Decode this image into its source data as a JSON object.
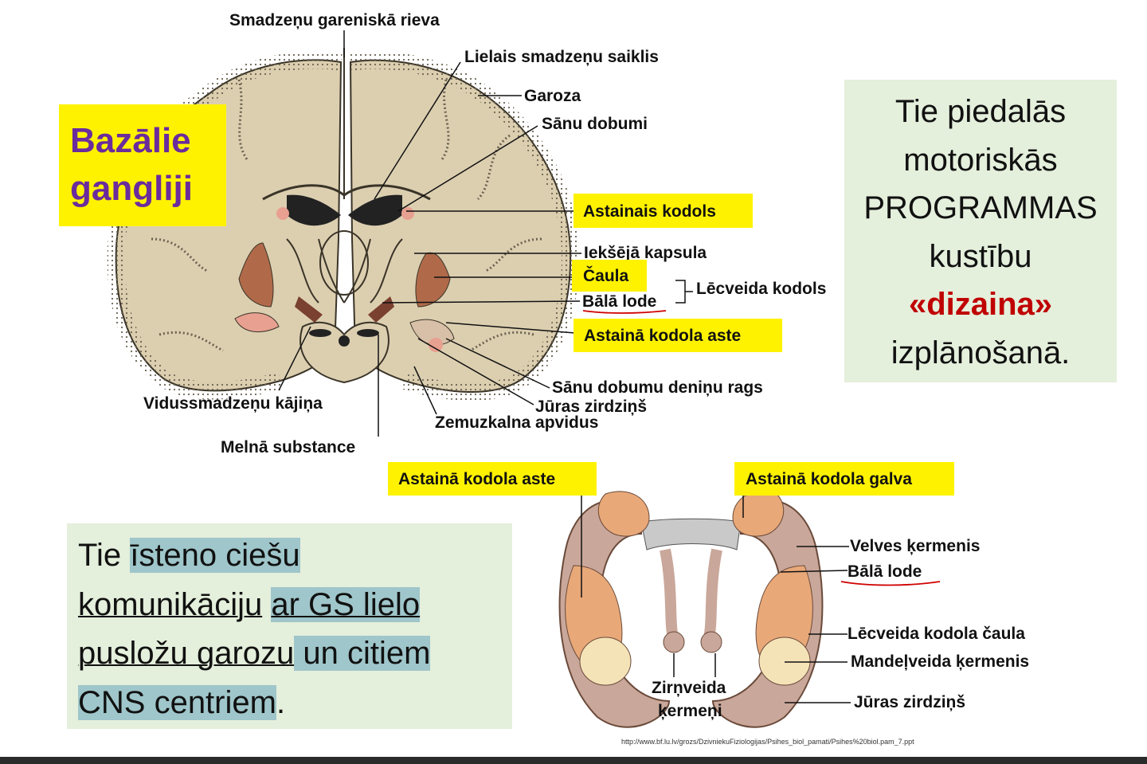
{
  "slide": {
    "title_line1": "Bazālie",
    "title_line2": "gangliji",
    "source_url": "http://www.bf.lu.lv/grozs/DzivniekuFiziologijas/Psihes_biol_pamati/Psihes%20biol.pam_7.ppt"
  },
  "coronal_labels": {
    "longitudinal_fissure": "Smadzeņu gareniskā rieva",
    "corpus_callosum": "Lielais smadzeņu saiklis",
    "cortex": "Garoza",
    "lateral_ventricles": "Sānu dobumi",
    "caudate_nucleus": "Astainais kodols",
    "internal_capsule": "Iekšējā kapsula",
    "putamen": "Čaula",
    "globus_pallidus": "Bālā lode",
    "lentiform_nucleus": "Lēcveida kodols",
    "caudate_tail": "Astainā kodola aste",
    "inferior_horn": "Sānu dobumu deniņu rags",
    "hippocampus": "Jūras zirdziņš",
    "subthalamus": "Zemuzkalna apvidus",
    "cerebral_peduncle": "Vidussmadzeņu kājiņa",
    "substantia_nigra": "Melnā substance"
  },
  "lateral_labels": {
    "caudate_tail": "Astainā kodola aste",
    "caudate_head": "Astainā kodola galva",
    "caudate_body": "Velves ķermenis",
    "globus_pallidus": "Bālā lode",
    "putamen": "Lēcveida kodola čaula",
    "amygdala": "Mandeļveida ķermenis",
    "hippocampus": "Jūras zirdziņš",
    "mammillary_line1": "Zirņveida",
    "mammillary_line2": "ķermeņi"
  },
  "right_box": {
    "line1": "Tie piedalās",
    "line2": "motoriskās",
    "line3": "PROGRAMMAS",
    "line4": "kustību",
    "line5": "«dizaina»",
    "line6": "izplānošanā."
  },
  "bottom_box": {
    "l1a": "Tie ",
    "l1b": "īsteno ciešu",
    "l2a": "komunikāciju",
    "l2b": " ",
    "l2c": "ar GS lielo",
    "l3a": "pusložu garozu",
    "l3b": " un citiem",
    "l4a": "CNS centriem",
    "l4b": "."
  },
  "colors": {
    "highlight": "#fff200",
    "title_text": "#6a2c9c",
    "green_box": "#e4efdc",
    "accent_red": "#c00000",
    "text_mark": "#9fc6ca",
    "brain_tissue": "#dccfb0",
    "basal_ganglia": "#b06a4a"
  }
}
